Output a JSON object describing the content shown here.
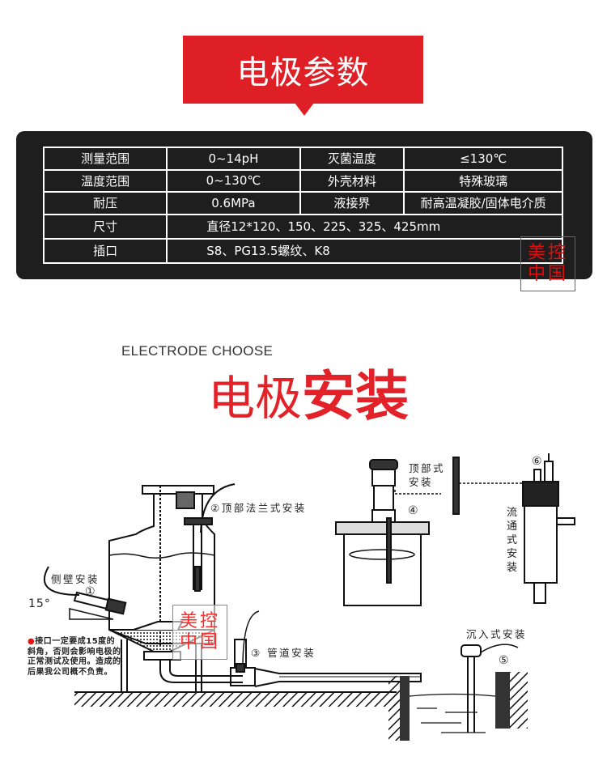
{
  "banner": {
    "title": "电极参数"
  },
  "params": {
    "rows": [
      {
        "label1": "测量范围",
        "value1": "0~14pH",
        "label2": "灭菌温度",
        "value2": "≤130℃"
      },
      {
        "label1": "温度范围",
        "value1": "0~130℃",
        "label2": "外壳材料",
        "value2": "特殊玻璃"
      },
      {
        "label1": "耐压",
        "value1": "0.6MPa",
        "label2": "液接界",
        "value2": "耐高温凝胶/固体电介质"
      },
      {
        "label1": "尺寸",
        "value1": "直径12*120、150、225、325、425mm"
      },
      {
        "label1": "插口",
        "value1": "S8、PG13.5螺纹、K8"
      }
    ]
  },
  "watermark": {
    "line1": "美控",
    "line2": "中国"
  },
  "section": {
    "subtitle_en": "ELECTRODE CHOOSE",
    "title_thin": "电极",
    "title_bold": "安装"
  },
  "diagram": {
    "labels": {
      "side_wall": "侧壁安装",
      "num1": "①",
      "angle": "15°",
      "top_flange": "②顶部法兰式安装",
      "pipe": "③ 管道安装",
      "num4": "④",
      "top_mount_line1": "顶部式",
      "top_mount_line2": "安装",
      "num5": "⑤",
      "submerged": "沉入式安装",
      "num6": "⑥",
      "flow": "流通式安装"
    },
    "note": "接口一定要成15度的斜角，否则会影响电极的正常测试及使用。造成的后果我公司概不负责。"
  }
}
